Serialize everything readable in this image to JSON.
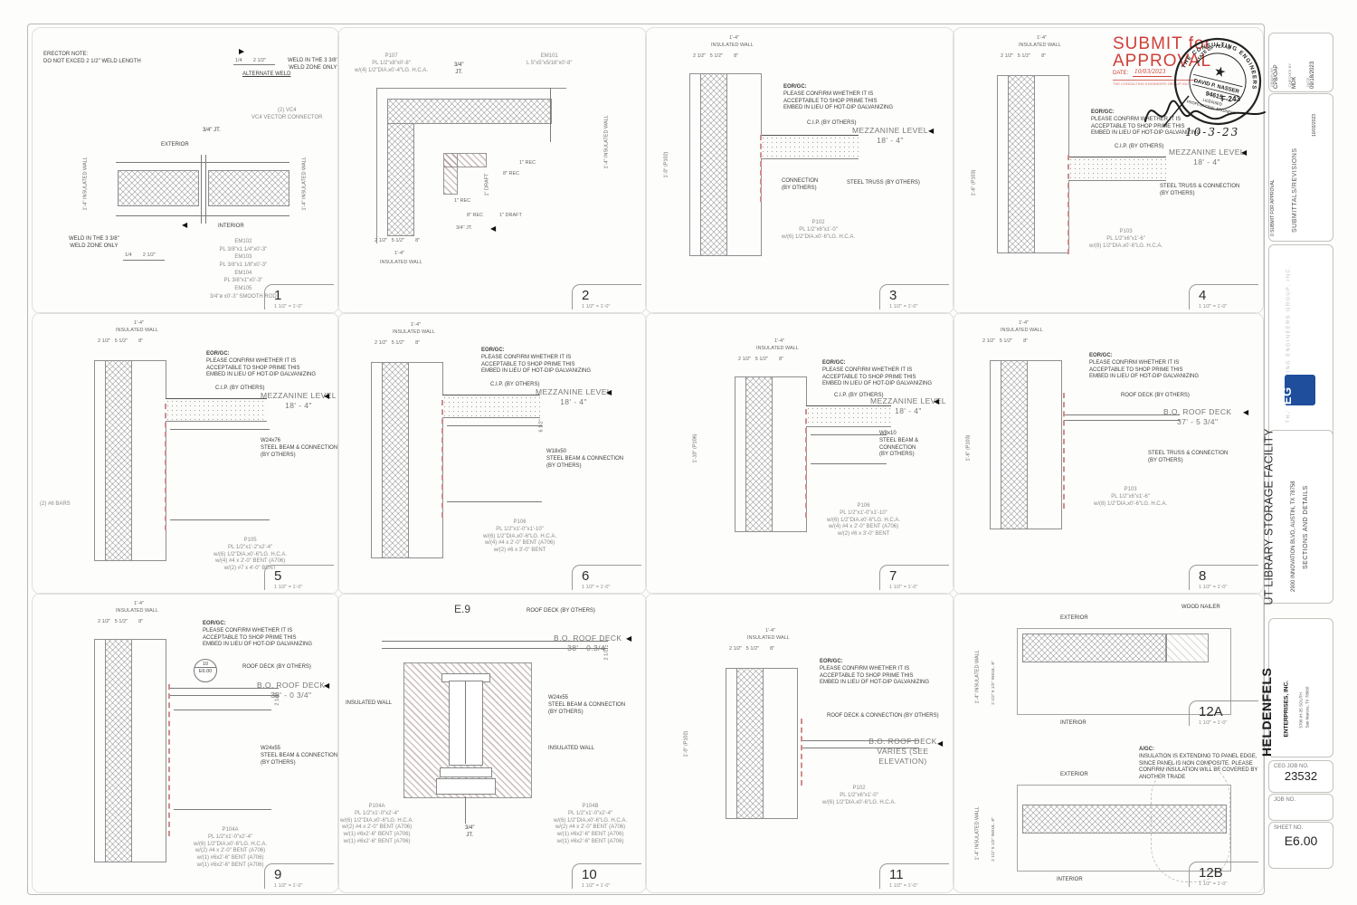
{
  "common": {
    "scale": "1 1/2\" = 1'-0\"",
    "insulated_wall": "INSULATED WALL",
    "dim_overall": "1'-4\"",
    "dims_sub": "2 1/2\"   5 1/2\"        8\"",
    "eorgc_label": "EOR/GC:",
    "eorgc_text": "PLEASE CONFIRM WHETHER IT IS\nACCEPTABLE TO SHOP PRIME THIS\nEMBED IN LIEU OF HOT-DIP GALVANIZING",
    "cip": "C.I.P. (BY OTHERS)",
    "mezzanine": "MEZZANINE LEVEL\n18' - 4\"",
    "exterior": "EXTERIOR",
    "interior": "INTERIOR",
    "jt": "3/4\" JT.",
    "flag": "◀"
  },
  "d1": {
    "num": "1",
    "erector_note": "ERECTOR NOTE:\nDO NOT EXCED 2 1/2\" WELD LENGTH",
    "weld_zone": "WELD IN THE 3 3/8\"\nWELD ZONE ONLY",
    "alt_weld": "ALTERNATE WELD",
    "weld_sizes": "1/4        2 1/2\"",
    "vc4": "(2) VC4\nVC4 VECTOR CONNECTOR",
    "side_dim": "1'-4\"  INSULATED WALL",
    "embeds": "EM102\nPL 3/8\"x1 1/4\"x0'-3\"\nEM103\nPL 3/8\"x1 1/8\"x0'-3\"\nEM104\nPL 3/8\"x1\"x0'-3\"\nEM105\n3/4\"ø x0'-3\" SMOOTH ROD"
  },
  "d2": {
    "num": "2",
    "p107": "P107\nPL 1/2\"x8\"x0'-8\"\nw/(4) 1/2\"DIA.x0'-4\"LG. H.C.A.",
    "em101": "EM101\nL 5\"x5\"x5/16\"x0'-8\"",
    "jt_small": "3/4\"\nJT.",
    "draft_v": "1\" DRAFT",
    "rec1": "1\" REC",
    "rec8": "8\" REC",
    "draft": "1\" DRAFT",
    "side_dim": "1'-4\"  INSULATED WALL"
  },
  "d3": {
    "num": "3",
    "connection": "CONNECTION\n(BY OTHERS)",
    "truss": "STEEL TRUSS (BY OTHERS)",
    "embed_dim": "1'-0\" (P102)",
    "callout": "P102\nPL 1/2\"x6\"x1'-0\"\nw/(6) 1/2\"DIA.x0'-6\"LG. H.C.A."
  },
  "d4": {
    "num": "4",
    "truss": "STEEL TRUSS & CONNECTION\n(BY OTHERS)",
    "embed_dim": "1'-6\" (P103)",
    "callout": "P103\nPL 1/2\"x6\"x1'-6\"\nw/(8) 1/2\"DIA.x0'-6\"LG. H.C.A."
  },
  "d5": {
    "num": "5",
    "beam": "W24x76\nSTEEL BEAM & CONNECTION\n(BY OTHERS)",
    "bars": "(2) #6 BARS",
    "callout": "P105\nPL 1/2\"x1'-2\"x2'-4\"\nw/(6) 1/2\"DIA.x0'-6\"LG. H.C.A.\nw/(4) #4 x 2'-0\" BENT (A706)\nw/(2) #7 x 4'-0\" BENT"
  },
  "d6": {
    "num": "6",
    "beam": "W18x50\nSTEEL BEAM & CONNECTION\n(BY OTHERS)",
    "slab_dim": "6 1/2\"",
    "callout": "P106\nPL 1/2\"x1'-0\"x1'-10\"\nw/(6) 1/2\"DIA.x0'-6\"LG. H.C.A.\nw/(4) #4 x 2'-0\" BENT (A706)\nw/(2) #6 x 3'-0\" BENT"
  },
  "d7": {
    "num": "7",
    "beam": "W8x10\nSTEEL BEAM & CONNECTION\n(BY OTHERS)",
    "embed_dim": "1'-10\" (P106)",
    "callout": "P106\nPL 1/2\"x1'-0\"x1'-10\"\nw/(6) 1/2\"DIA.x0'-6\"LG. H.C.A.\nw/(4) #4 x 2'-0\" BENT (A706)\nw/(2) #6 x 3'-0\" BENT"
  },
  "d8": {
    "num": "8",
    "roof_deck": "ROOF DECK (BY OTHERS)",
    "bo": "B.O. ROOF DECK\n37' - 5 3/4\"",
    "truss": "STEEL TRUSS & CONNECTION\n(BY OTHERS)",
    "embed_dim": "1'-6\" (P103)",
    "callout": "P103\nPL 1/2\"x6\"x1'-6\"\nw/(8) 1/2\"DIA.x0'-6\"LG. H.C.A."
  },
  "d9": {
    "num": "9",
    "ref_top": "10",
    "ref_bottom": "E6.00",
    "roof_deck": "ROOF DECK (BY OTHERS)",
    "bo": "B.O. ROOF DECK\n38' - 0 3/4\"",
    "deck_dim": "2 1/2\"",
    "beam": "W24x55\nSTEEL BEAM & CONNECTION\n(BY OTHERS)",
    "callout": "P104A\nPL 1/2\"x1'-0\"x2'-4\"\nw/(6) 1/2\"DIA.x0'-6\"LG. H.C.A.\nw/(2) #4 x 2'-0\" BENT (A706)\nw/(1) #6x2'-6\" BENT (A706)\nw/(1) #6x2'-6\" BENT (A706)"
  },
  "d10": {
    "num": "10",
    "title": "E.9",
    "roof_deck": "ROOF DECK (BY OTHERS)",
    "bo": "B.O. ROOF DECK\n38' - 0.3/4\"",
    "deck_dim": "2 1/2\"",
    "beam": "W24x55\nSTEEL BEAM & CONNECTION\n(BY OTHERS)",
    "wall_l": "INSULATED WALL",
    "wall_r": "INSULATED WALL",
    "jt_small": "3/4\"\nJT.",
    "callout_a": "P104A\nPL 1/2\"x1'-0\"x2'-4\"\nw/(6) 1/2\"DIA.x0'-6\"LG. H.C.A.\nw/(2) #4 x 2'-0\" BENT (A706)\nw/(1) #6x2'-6\" BENT (A706)\nw/(1) #6x2'-6\" BENT (A706)",
    "callout_b": "P104B\nPL 1/2\"x1'-0\"x2'-4\"\nw/(6) 1/2\"DIA.x0'-6\"LG. H.C.A.\nw/(2) #4 x 2'-0\" BENT (A706)\nw/(1) #6x2'-6\" BENT (A706)\nw/(1) #6x2'-6\" BENT (A706)"
  },
  "d11": {
    "num": "11",
    "roof_deck": "ROOF DECK & CONNECTION (BY OTHERS)",
    "bo": "B.O. ROOF DECK\nVARIES (SEE ELEVATION)",
    "embed_dim": "1'-0\" (P102)",
    "callout": "P102\nPL 1/2\"x6\"x1'-0\"\nw/(6) 1/2\"DIA.x0'-6\"LG. H.C.A."
  },
  "d12a": {
    "num": "12A",
    "wood_nailer": "WOOD NAILER",
    "side_dim": "1'-4\"  INSULATED WALL",
    "side_sub": "2 1/2\"  5 1/2\" INSUL.  8\""
  },
  "d12b": {
    "num": "12B",
    "agc_label": "A/GC:",
    "agc_text": "INSULATION IS EXTENDING TO PANEL EDGE,\nSINCE PANEL IS NON COMPOSITE. PLEASE\nCONFIRM INSULATION WILL BE COVERED BY\nANOTHER TRADE",
    "side_dim": "1'-4\"  INSULATED WALL",
    "side_sub": "2 1/2\"  5 1/2\" INSUL.  8\""
  },
  "stamp": {
    "line1": "SUBMIT for",
    "line2": "APPROVAL",
    "date_label": "DATE:",
    "date": "10/03/2023",
    "firm_small": "THE CONSULTING ENGINEERS GROUP, INC."
  },
  "seal": {
    "ring": "THE CONSULTING ENGINEERS GROUP, INC.",
    "state": "STATE OF TEXAS",
    "name": "DAVID P. NASSER",
    "number": "94615",
    "licensed": "LICENSED",
    "profession": "PROFESSIONAL ENGINEER",
    "firm_no": "F-243",
    "date": "10-3-23"
  },
  "titleblock": {
    "drawn_by_label": "DRAWN BY",
    "drawn_by": "CPB/OAP",
    "checked_by_label": "CHECKED BY",
    "checked_by": "MDK",
    "date_label": "DATE",
    "date": "09/18/2023",
    "submittals": "SUBMITTALS/REVISIONS",
    "rev_line": "0   SUBMIT FOR APPROVAL",
    "rev_date": "10/03/2023",
    "firm": "THE CONSULTING ENGINEERS GROUP, INC.",
    "logo": "CEG",
    "project": "UT LIBRARY STORAGE FACILITY",
    "address": "2900 INNOVATION BLVD, AUSTIN, TX 78758",
    "sheet_title": "SECTIONS AND DETAILS",
    "contractor": "HELDENFELS",
    "contractor_sub": "ENTERPRISES, INC.",
    "contractor_addr1": "5700 IH-35 SOUTH",
    "contractor_addr2": "San Marcos, TX 78666",
    "ceg_job_label": "CEG JOB NO.",
    "ceg_job": "23532",
    "job_label": "JOB NO.",
    "sheet_label": "SHEET NO.",
    "sheet_no": "E6.00"
  }
}
